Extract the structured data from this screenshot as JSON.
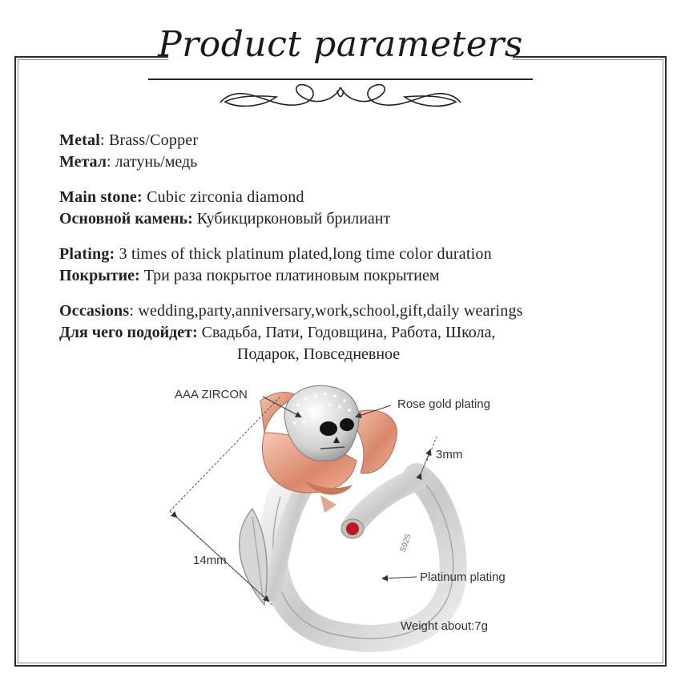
{
  "header": {
    "title": "Product parameters"
  },
  "specs": {
    "metal": {
      "en_label": "Metal",
      "en_value": ": Brass/Copper",
      "ru_label": "Метал",
      "ru_value": ": латунь/медь"
    },
    "main_stone": {
      "en_label": "Main stone:",
      "en_value": " Cubic zirconia diamond",
      "ru_label": "Основной камень:",
      "ru_value": " Кубикцирконовый брилиант"
    },
    "plating": {
      "en_label": "Plating:",
      "en_value": "  3 times of thick platinum plated,long time color duration",
      "ru_label": "Покрытие:",
      "ru_value": " Три раза покрытое платиновым покрытием"
    },
    "occasions": {
      "en_label": "Occasions",
      "en_value": ": wedding,party,anniversary,work,school,gift,daily wearings",
      "ru_label": "Для чего подойдет:",
      "ru_value": "  Свадьба, Пати, Годовщина, Работа, Школа,",
      "ru_value_2": "Подарок, Повседневное"
    }
  },
  "figure": {
    "stone_label": "AAA ZIRCON",
    "rose_label": "Rose gold plating",
    "width_label": "3mm",
    "length_label": "14mm",
    "platinum_label": "Platinum plating",
    "weight_label": "Weight about:7g",
    "stamp": "S925"
  },
  "colors": {
    "rose_gold": "#e9a48a",
    "silver": "#dcdcdc",
    "red_stone": "#c01822",
    "frame": "#2a2a2a"
  }
}
